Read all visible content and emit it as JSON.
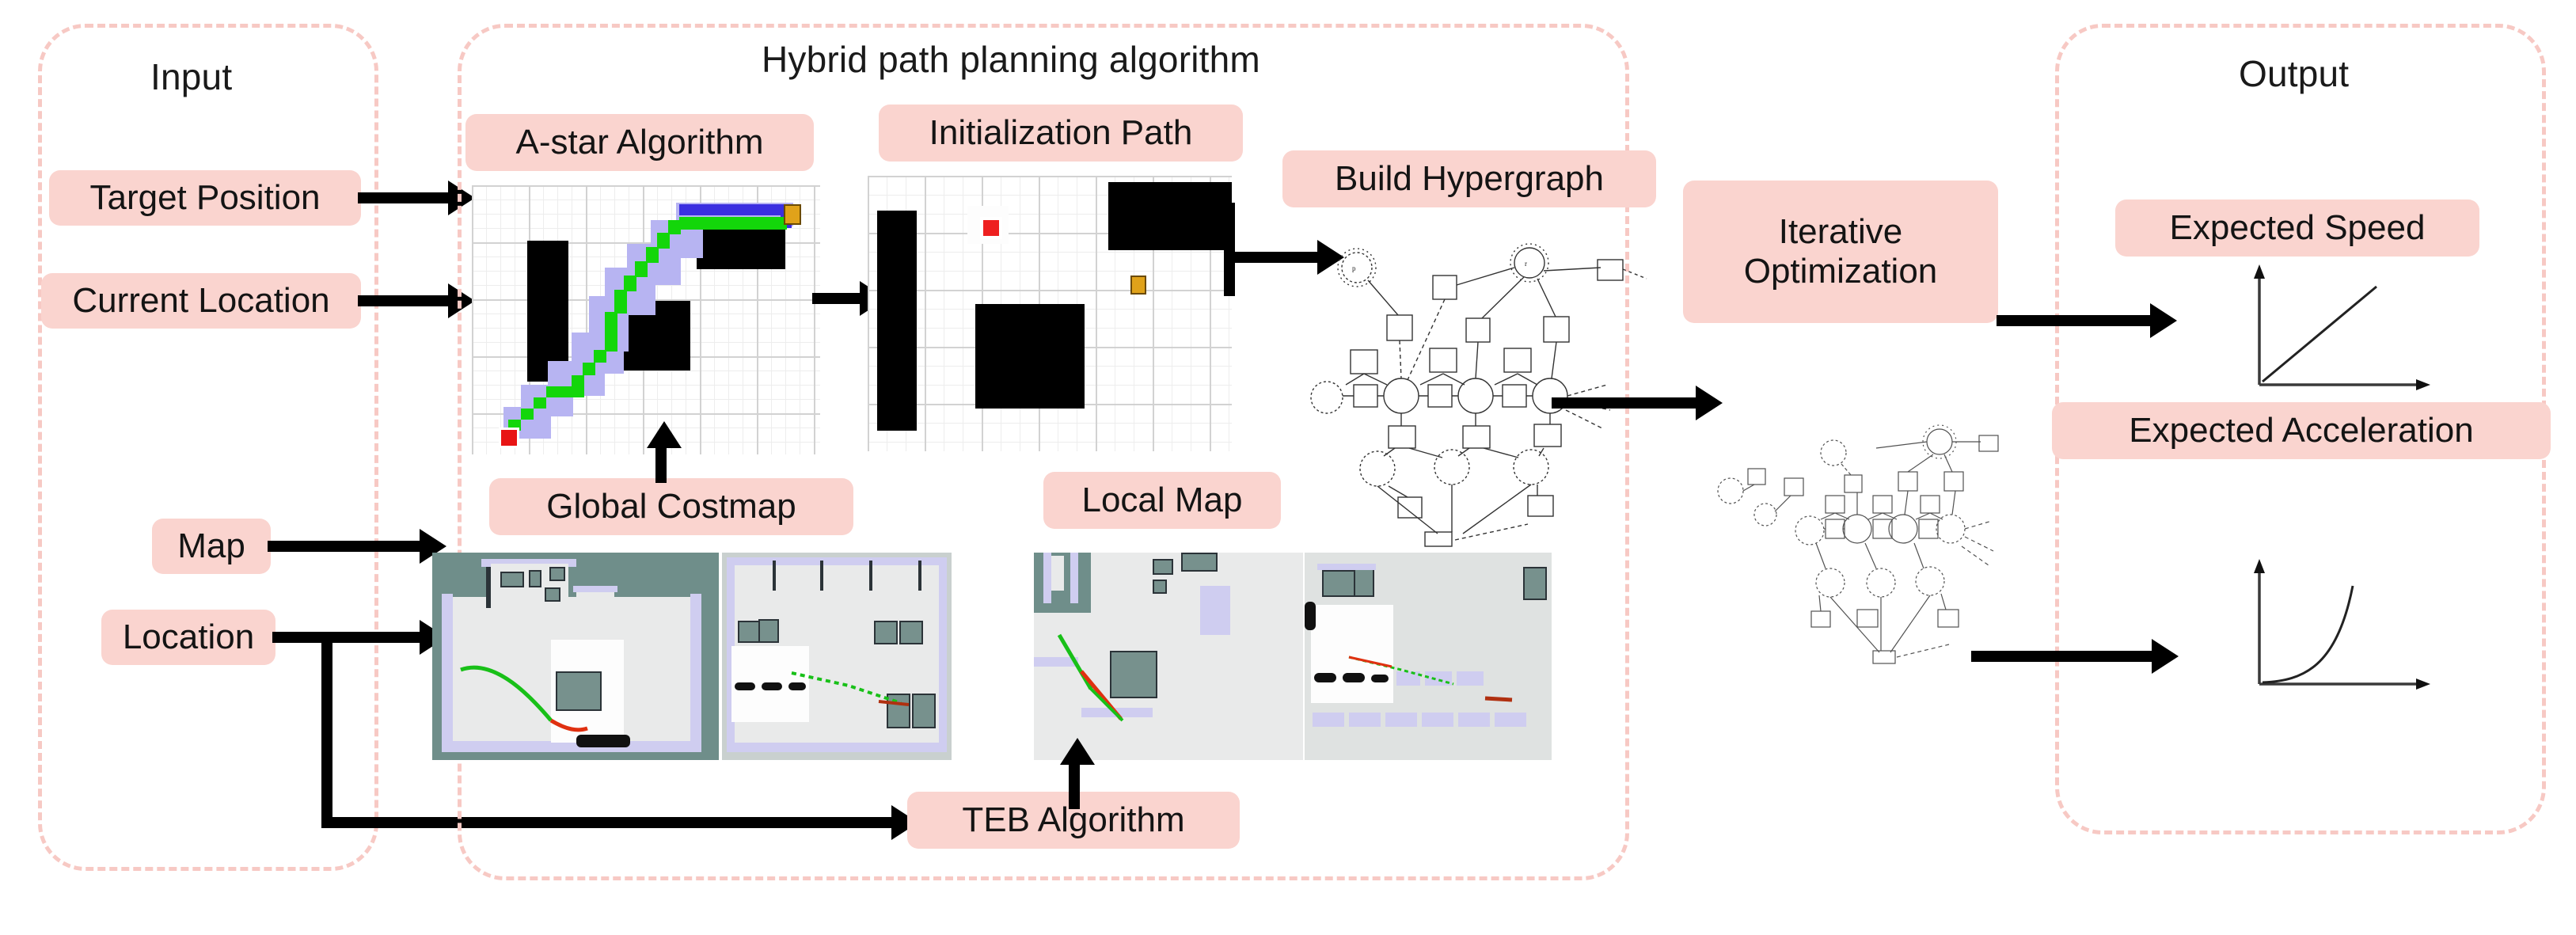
{
  "panels": [
    {
      "key": "input",
      "title": "Input"
    },
    {
      "key": "hybrid",
      "title": "Hybrid path planning algorithm"
    },
    {
      "key": "output",
      "title": "Output"
    }
  ],
  "input": {
    "title": "Input",
    "items": [
      {
        "label": "Target Position"
      },
      {
        "label": "Current Location"
      },
      {
        "label": "Map"
      },
      {
        "label": "Location"
      }
    ]
  },
  "hybrid": {
    "title": "Hybrid path planning algorithm",
    "stages": [
      {
        "label": "A-star Algorithm"
      },
      {
        "label": "Initialization Path"
      },
      {
        "label": "Build Hypergraph"
      },
      {
        "label": "Global Costmap"
      },
      {
        "label": "Local Map"
      },
      {
        "label": "TEB Algorithm"
      }
    ]
  },
  "optimization": {
    "line1": "Iterative",
    "line2": "Optimization"
  },
  "output": {
    "title": "Output",
    "items": [
      {
        "label": "Expected Speed"
      },
      {
        "label": "Expected Acceleration"
      }
    ]
  },
  "colors": {
    "panel_border": "#f7c9c4",
    "pill_bg": "#fad4cf",
    "arrow": "#000000",
    "astar_explored": "#b7b4f2",
    "astar_frontier": "#3b2fe0",
    "astar_path": "#13d60a",
    "astar_start": "#e81414",
    "astar_goal": "#e0a21a",
    "map_unknown": "#6f8e8a",
    "map_free": "#e9eaea",
    "map_inflation": "#cfcdf0",
    "map_wall": "#2b3338",
    "plan_green": "#18c018",
    "plan_red": "#e03010",
    "text": "#141414"
  },
  "plots": {
    "speed": {
      "type": "line",
      "shape": "linear-increasing",
      "axes": [
        "x",
        "y"
      ]
    },
    "acceleration": {
      "type": "line",
      "shape": "exponential-increasing",
      "axes": [
        "x",
        "y"
      ]
    }
  },
  "icons": {
    "robot": "robot-marker-icon",
    "goal": "goal-marker-icon",
    "start": "start-marker-icon"
  }
}
